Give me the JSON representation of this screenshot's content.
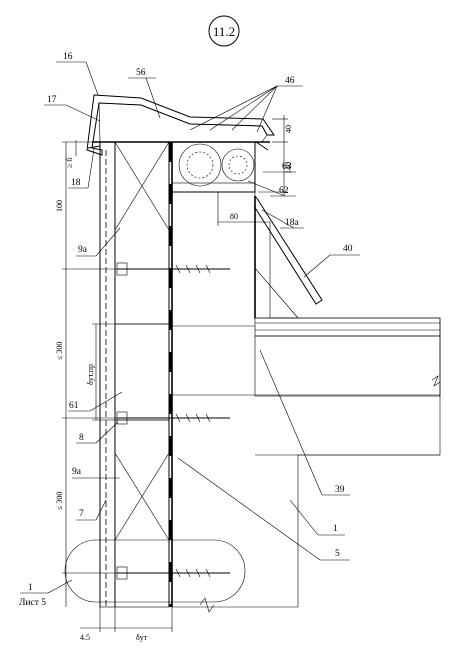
{
  "detail_number": "11.2",
  "callouts": [
    "16",
    "56",
    "46",
    "17",
    "40",
    "6",
    "18",
    "140",
    "63",
    "62",
    "18а",
    "80",
    "100",
    "9а",
    "40",
    "300",
    "δут.пр",
    "61",
    "8",
    "9а",
    "300",
    "7",
    "1",
    "Лист 5",
    "39",
    "1",
    "5",
    "4.5",
    "δут"
  ],
  "dimension_labels": {
    "d40": "40",
    "d140": "140",
    "d100": "100",
    "d6": "≥ 6",
    "d300a": "≤ 300",
    "d300b": "≤ 300",
    "d45": "4.5",
    "dsut": "δут",
    "dsutpr": "δут.пр",
    "d80": "80"
  },
  "labels": {
    "l16": "16",
    "l56": "56",
    "l46": "46",
    "l17": "17",
    "l18": "18",
    "l63": "63",
    "l62": "62",
    "l18a": "18а",
    "l40": "40",
    "l9a_top": "9а",
    "l61": "61",
    "l8": "8",
    "l9a_bot": "9а",
    "l7": "7",
    "l39": "39",
    "l1": "1",
    "l5": "5",
    "sheet_num": "1",
    "sheet_text": "Лист 5"
  }
}
